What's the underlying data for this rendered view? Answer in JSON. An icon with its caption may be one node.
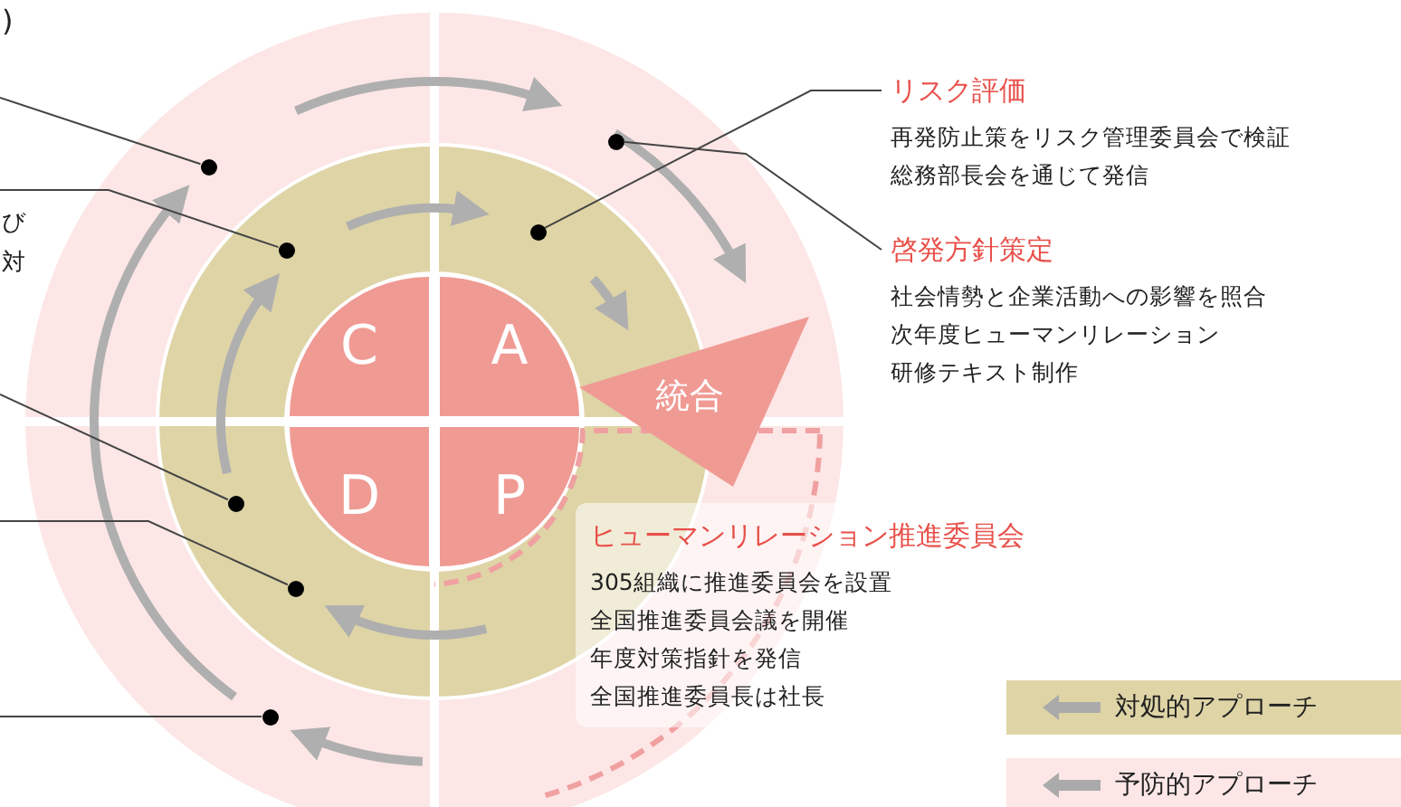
{
  "diagram": {
    "nodes": [
      {
        "text": [
          "リスク評価",
          "再発防止策をリスク管理委員会で検証",
          "総務部長会を通じて発信"
        ]
      },
      {
        "text": [
          "啓発方針策定",
          "社会情勢と企業活動への影響を照合",
          "次年度ヒューマンリレーション",
          "研修テキスト制作"
        ]
      },
      {
        "text": [
          "ヒューマンリレーション推進委員会",
          "305組織に推進委員会を設置",
          "全国推進委員会議を開催",
          "年度対策指針を発信",
          "全国推進委員長は社長"
        ]
      },
      {
        "text": [
          "C"
        ]
      },
      {
        "text": [
          "A"
        ]
      },
      {
        "text": [
          "D"
        ]
      },
      {
        "text": [
          "P"
        ]
      },
      {
        "text": [
          "統合"
        ]
      },
      {
        "text": [],
        "shape": "circle"
      },
      {
        "text": [],
        "shape": "circle"
      },
      {
        "text": [],
        "shape": "circle"
      },
      {
        "text": [],
        "shape": "circle"
      },
      {
        "text": [],
        "shape": "circle"
      },
      {
        "text": [],
        "shape": "circle"
      },
      {
        "text": [],
        "shape": "circle"
      }
    ],
    "edges": [
      {
        "from": null,
        "to": 8,
        "arrow": "none"
      },
      {
        "from": null,
        "to": 9,
        "arrow": "none"
      },
      {
        "from": null,
        "to": 12,
        "arrow": "none"
      },
      {
        "from": null,
        "to": 13,
        "arrow": "none"
      },
      {
        "from": null,
        "to": 14,
        "arrow": "none"
      },
      {
        "from": 0,
        "to": 10,
        "arrow": "none"
      },
      {
        "from": 1,
        "to": 11,
        "arrow": "none"
      }
    ],
    "labels": [
      ")",
      "び",
      "対"
    ],
    "legend": [
      {
        "text": "対処的アプローチ",
        "color": "#ded4a6"
      },
      {
        "text": "予防的アプローチ",
        "color": "#fde6e6"
      }
    ]
  }
}
